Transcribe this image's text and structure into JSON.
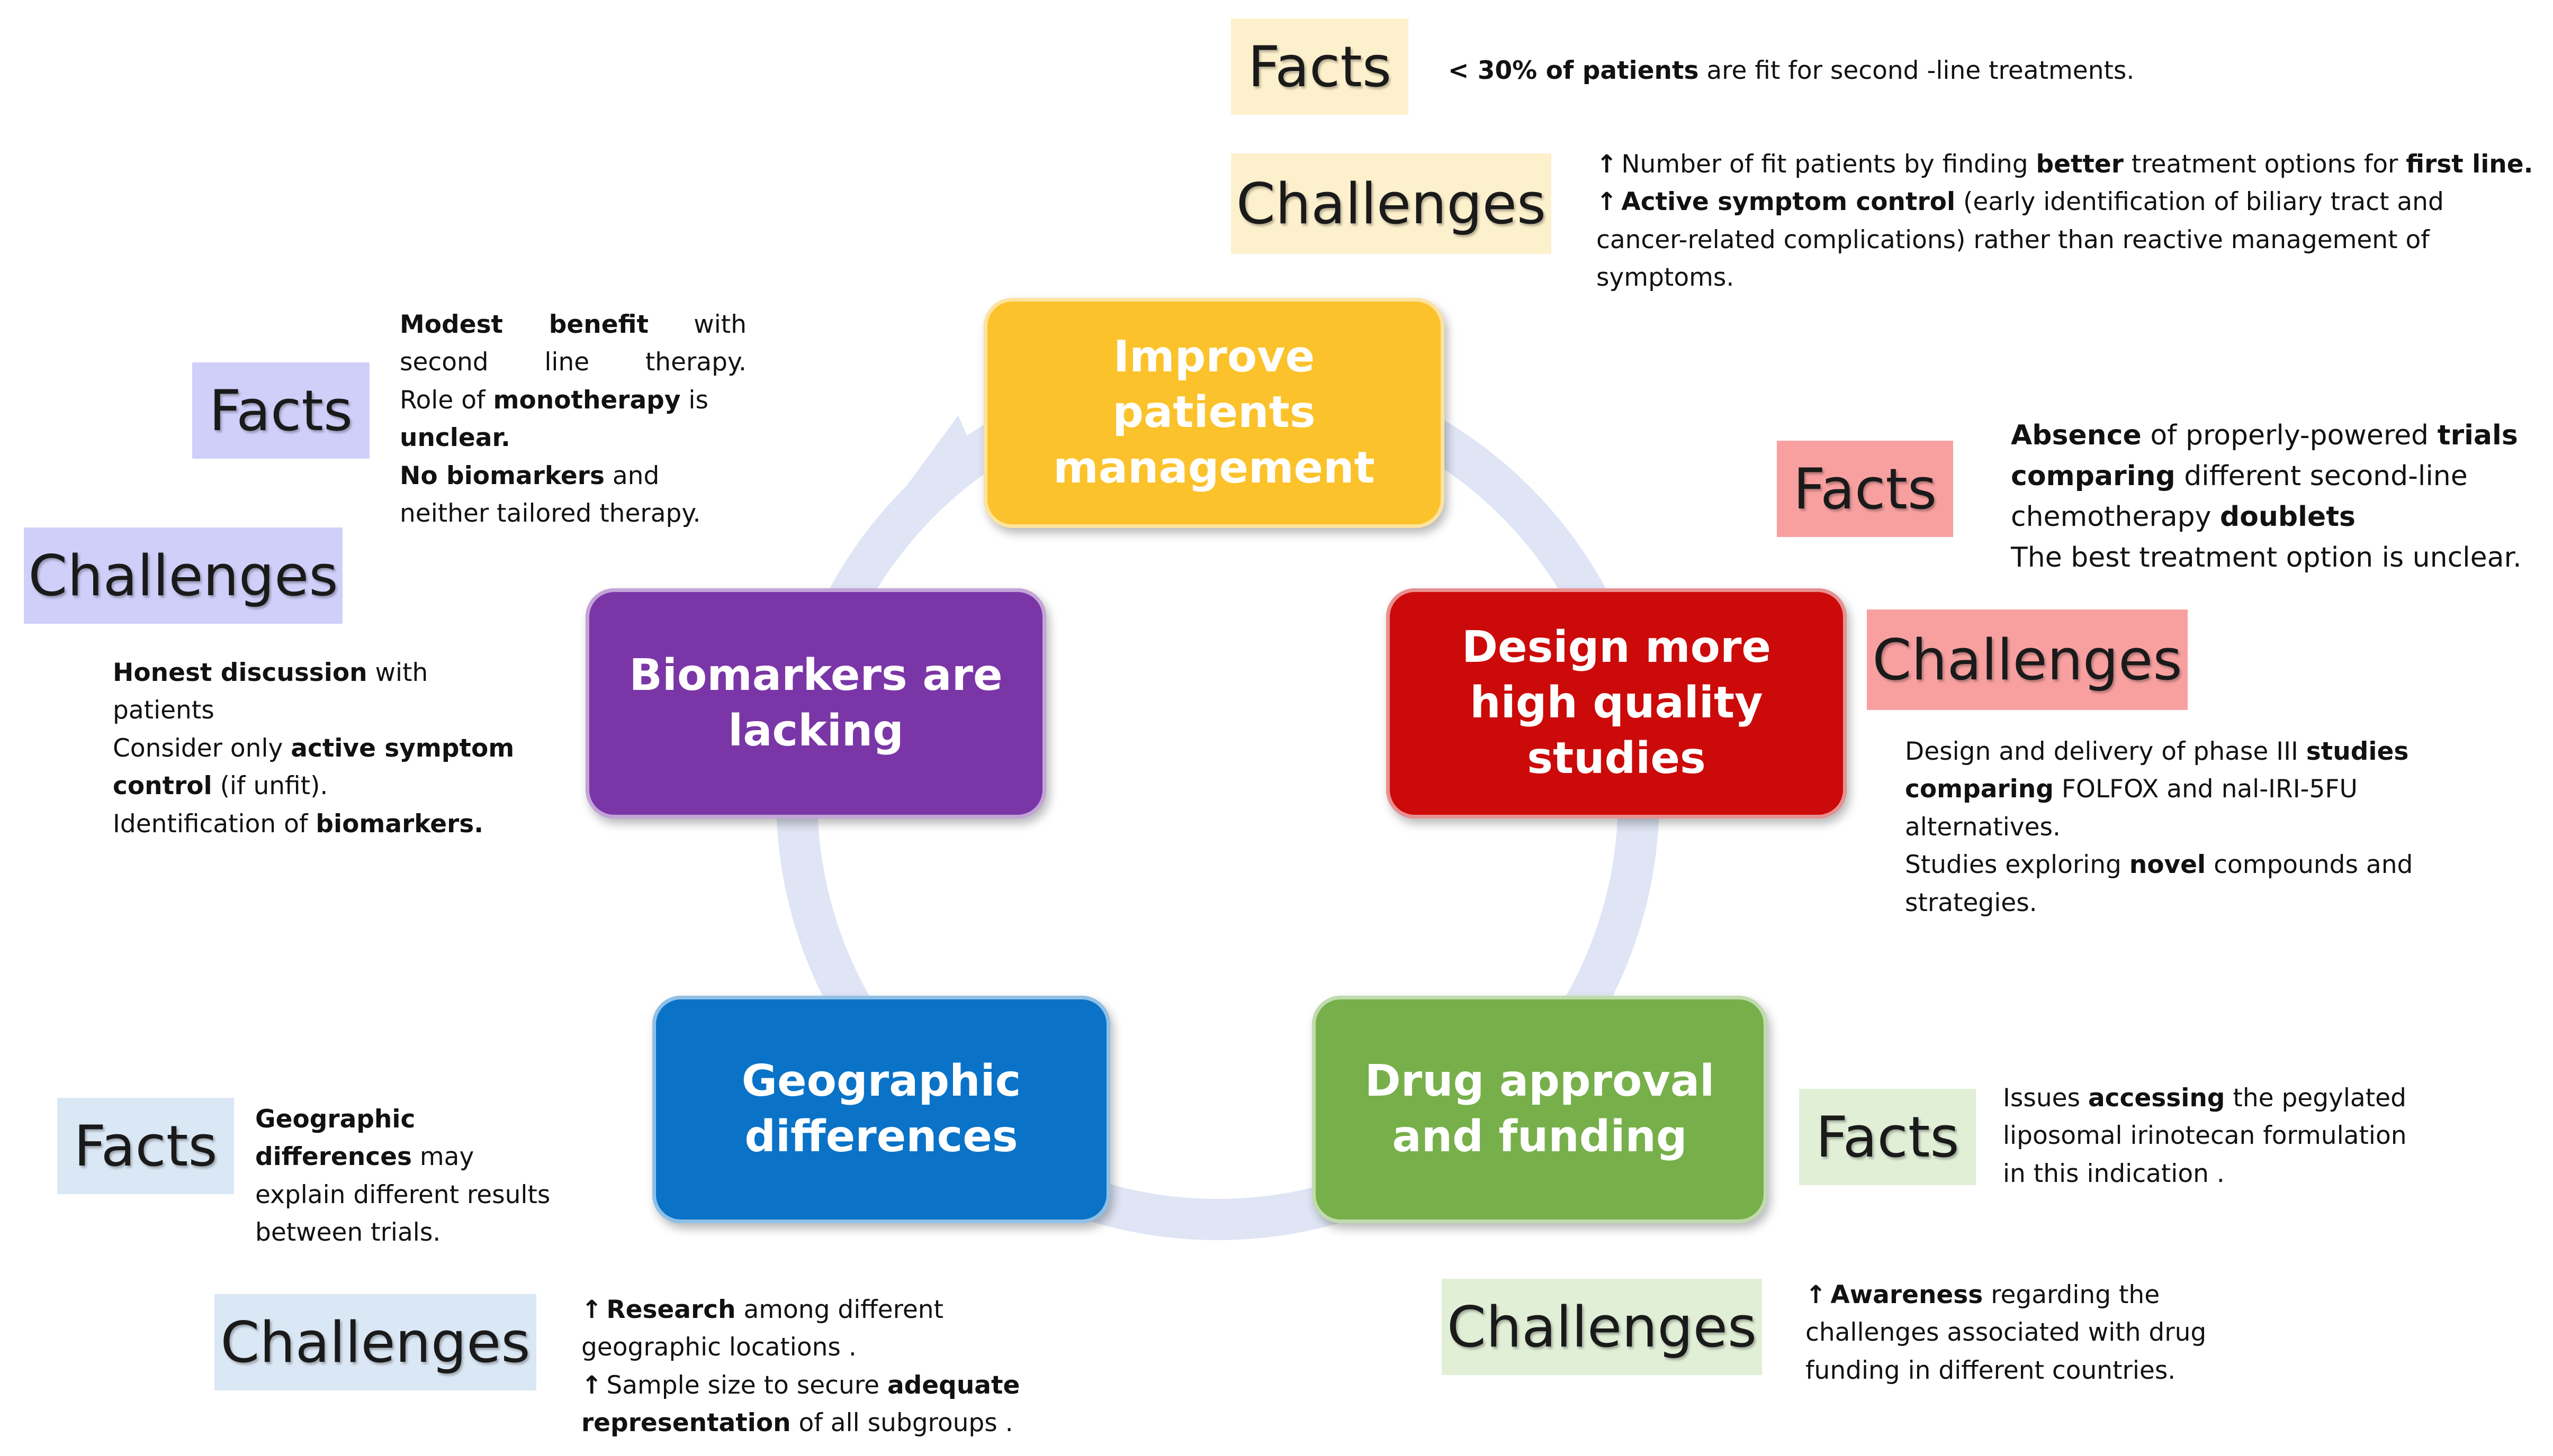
{
  "nodes": {
    "improve": {
      "label": "Improve patients management",
      "color": "#fbc22b"
    },
    "design": {
      "label": "Design more high quality studies",
      "color": "#cc0a0a"
    },
    "drug": {
      "label": "Drug approval and funding",
      "color": "#77b04a"
    },
    "geo": {
      "label": "Geographic differences",
      "color": "#0a73c8"
    },
    "biomarkers": {
      "label": "Biomarkers are lacking",
      "color": "#7a36a6"
    }
  },
  "labels": {
    "facts": "Facts",
    "challenges": "Challenges"
  },
  "colors": {
    "yellow_label": "#fdf0cc",
    "red_label": "#f8a0a0",
    "green_label": "#e0efd6",
    "blue_label": "#dae7f4",
    "purple_label": "#cfcffa",
    "ring": "#dfe5f5"
  },
  "icons": {
    "arrow": "up-arrow-icon"
  },
  "improve": {
    "facts": {
      "bold1": "< 30% of patients",
      "t1": " are fit for second -line treatments."
    },
    "challenges": {
      "l1": {
        "arrow": "↑",
        "t1": "Number of fit patients by finding ",
        "b1": "better",
        "t2": " treatment options for ",
        "b2": "first line."
      },
      "l2": {
        "arrow": "↑",
        "b1": "Active symptom control",
        "t1": " (early identification of biliary tract and cancer-related complications) rather than reactive management of symptoms."
      }
    }
  },
  "design": {
    "facts": {
      "b1": "Absence",
      "t1": " of properly-powered ",
      "b2": "trials comparing",
      "t2": " different second-line chemotherapy ",
      "b3": "doublets",
      "t3": "The best treatment option is unclear."
    },
    "challenges": {
      "t1": "Design and delivery of phase III ",
      "b1": "studies comparing",
      "t2": " FOLFOX and nal-IRI-5FU alternatives.",
      "t3": "Studies exploring ",
      "b2": "novel",
      "t4": " compounds and strategies."
    }
  },
  "drug": {
    "facts": {
      "t1": "Issues ",
      "b1": "accessing",
      "t2": " the pegylated liposomal irinotecan formulation in this indication ."
    },
    "challenges": {
      "arrow": "↑",
      "b1": "Awareness",
      "t1": " regarding the challenges associated with drug funding in different countries."
    }
  },
  "geo": {
    "facts": {
      "b1": "Geographic differences",
      "t1": " may explain different results between trials."
    },
    "challenges": {
      "l1": {
        "arrow": "↑",
        "b1": "Research",
        "t1": " among different geographic locations ."
      },
      "l2": {
        "arrow": "↑",
        "t1": "Sample size to secure ",
        "b1": "adequate representation",
        "t2": " of all subgroups ."
      }
    }
  },
  "biomarkers": {
    "facts": {
      "b1": "Modest benefit",
      "t1": " with second line therapy.",
      "t2": "Role of ",
      "b2": "monotherapy",
      "t3": " is ",
      "b3": "unclear.",
      "b4": "No biomarkers",
      "t4": " and neither tailored therapy."
    },
    "challenges": {
      "b1": "Honest discussion",
      "t1": " with patients",
      "t2": "Consider only ",
      "b2": "active symptom control",
      "t3": " (if unfit).",
      "t4": "Identification of ",
      "b3": "biomarkers."
    }
  }
}
